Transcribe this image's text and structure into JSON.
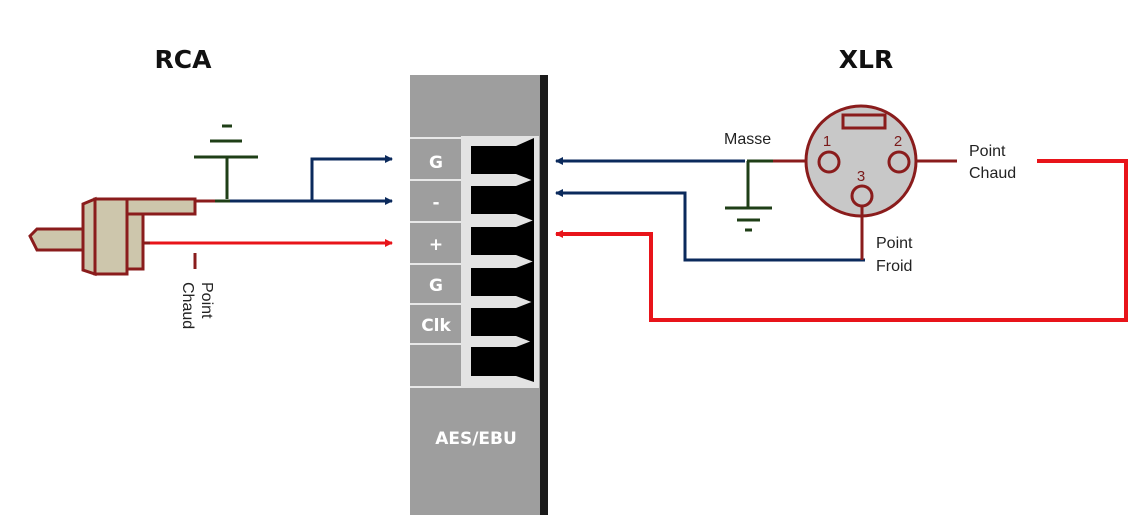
{
  "diagram": {
    "title_left": "RCA",
    "title_right": "XLR",
    "module": {
      "name": "AES/EBU",
      "pins": [
        "G",
        "-",
        "+",
        "G",
        "Clk",
        ""
      ]
    },
    "rca": {
      "label": "Point Chaud",
      "label_line1": "Point",
      "label_line2": "Chaud"
    },
    "xlr": {
      "pins": [
        "1",
        "2",
        "3"
      ],
      "ground_label": "Masse",
      "hot_label_line1": "Point",
      "hot_label_line2": "Chaud",
      "cold_label_line1": "Point",
      "cold_label_line2": "Froid"
    },
    "colors": {
      "ground_wire": "#0b2a5c",
      "signal_wire": "#e8141a",
      "connector_outline": "#8a1c1c",
      "connector_fill": "#cdc6ac",
      "ground_symbol": "#1f3f17",
      "xlr_fill": "#c8c8c8",
      "panel": "#9d9d9d"
    }
  }
}
